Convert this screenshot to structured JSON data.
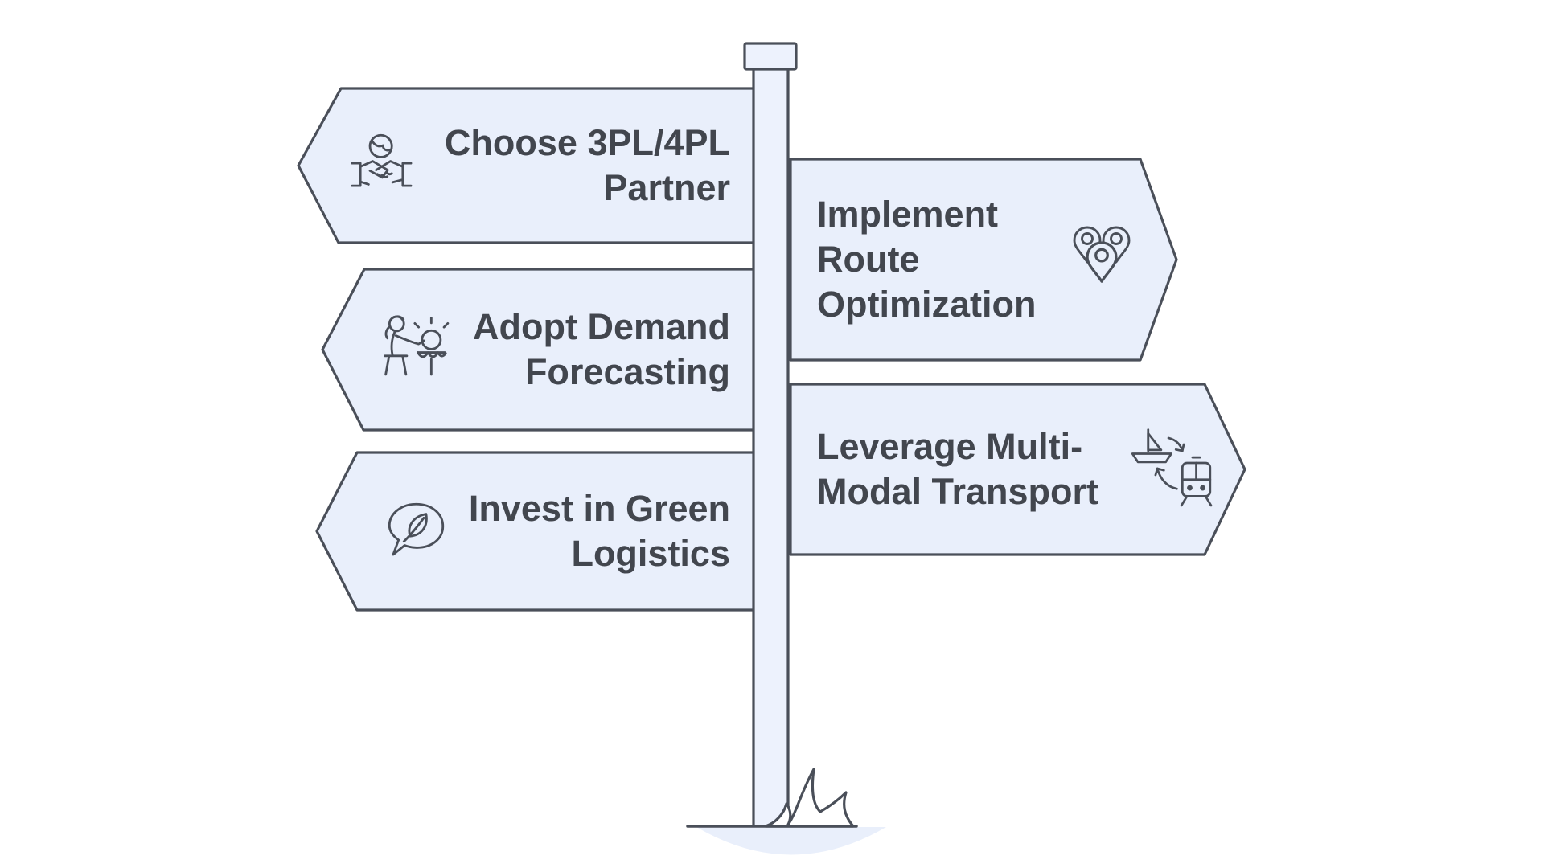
{
  "diagram": {
    "kind": "signpost-infographic",
    "background_color": "#ffffff",
    "sign_fill": "#e9effb",
    "sign_stroke": "#4a4f59",
    "pole_fill": "#edf2fd",
    "text_color": "#42464e"
  },
  "signs": [
    {
      "id": "choose-3pl-4pl-partner",
      "direction": "left",
      "icon": "globe-handshake-icon",
      "lines": [
        "Choose 3PL/4PL",
        "Partner"
      ]
    },
    {
      "id": "adopt-demand-forecasting",
      "direction": "left",
      "icon": "crystal-ball-forecast-icon",
      "lines": [
        "Adopt Demand",
        "Forecasting"
      ]
    },
    {
      "id": "invest-in-green-logistics",
      "direction": "left",
      "icon": "leaf-speech-bubble-icon",
      "lines": [
        "Invest in Green",
        "Logistics"
      ]
    },
    {
      "id": "implement-route-optimization",
      "direction": "right",
      "icon": "map-pins-icon",
      "lines": [
        "Implement",
        "Route",
        "Optimization"
      ]
    },
    {
      "id": "leverage-multi-modal-transport",
      "direction": "right",
      "icon": "ship-train-transfer-icon",
      "lines": [
        "Leverage Multi-",
        "Modal Transport"
      ]
    }
  ]
}
